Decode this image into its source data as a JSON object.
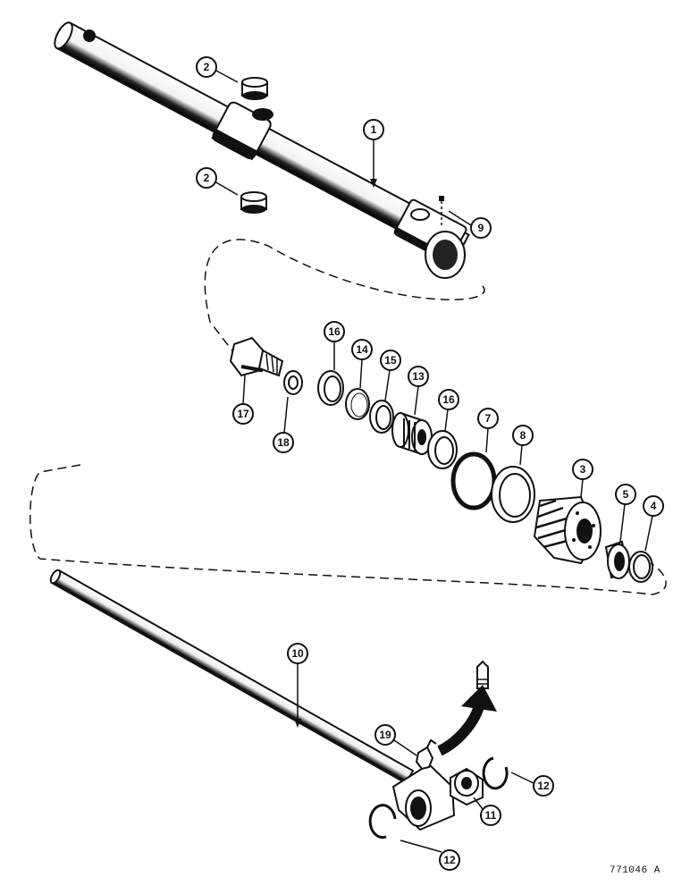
{
  "figure_number": "771046 A",
  "callouts": [
    {
      "id": "c1",
      "label": "1"
    },
    {
      "id": "c2a",
      "label": "2"
    },
    {
      "id": "c2b",
      "label": "2"
    },
    {
      "id": "c9",
      "label": "9"
    },
    {
      "id": "c16a",
      "label": "16"
    },
    {
      "id": "c14",
      "label": "14"
    },
    {
      "id": "c15",
      "label": "15"
    },
    {
      "id": "c13",
      "label": "13"
    },
    {
      "id": "c16b",
      "label": "16"
    },
    {
      "id": "c7",
      "label": "7"
    },
    {
      "id": "c8",
      "label": "8"
    },
    {
      "id": "c3",
      "label": "3"
    },
    {
      "id": "c5",
      "label": "5"
    },
    {
      "id": "c4",
      "label": "4"
    },
    {
      "id": "c17",
      "label": "17"
    },
    {
      "id": "c18",
      "label": "18"
    },
    {
      "id": "c10",
      "label": "10"
    },
    {
      "id": "c19",
      "label": "19"
    },
    {
      "id": "c11",
      "label": "11"
    },
    {
      "id": "c12a",
      "label": "12"
    },
    {
      "id": "c12b",
      "label": "12"
    }
  ]
}
